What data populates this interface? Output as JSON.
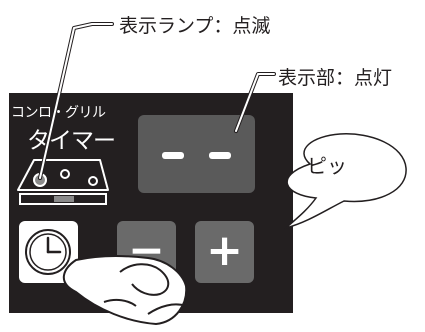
{
  "callouts": {
    "lamp_label": "表示ランプ：点滅",
    "display_label": "表示部：点灯"
  },
  "panel": {
    "heading_small": "コンロ・グリル",
    "heading_large": "タイマー",
    "display_segments": [
      "–",
      "–"
    ]
  },
  "buttons": {
    "timer_icon": "clock-icon",
    "minus_label": "−",
    "plus_label": "+"
  },
  "speech": {
    "text": "ピッ"
  },
  "colors": {
    "panel": "#231f20",
    "display": "#5a5a5a",
    "button": "#6a6a6a",
    "accent": "#ffffff"
  }
}
